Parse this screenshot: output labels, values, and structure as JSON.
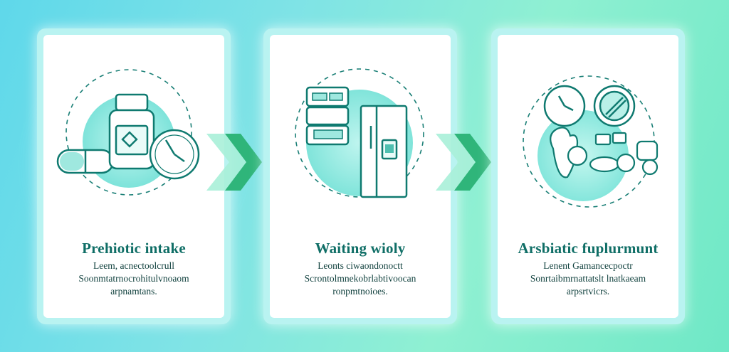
{
  "steps": [
    {
      "title": "Prehiotic intake",
      "desc_lines": [
        "Leem, acnectoolcrull",
        "Soonmtatrnocrohitulvnoaom",
        "arpnamtans."
      ],
      "icons": [
        "pill-icon",
        "medicine-bottle-icon",
        "clock-icon"
      ]
    },
    {
      "title": "Waiting wioly",
      "desc_lines": [
        "Leonts ciwaondonoctt",
        "Scrontolmnekobrlabtivoocan",
        "ronpmtnoioes."
      ],
      "icons": [
        "food-container-icon",
        "refrigerator-icon"
      ]
    },
    {
      "title": "Arsbiatic fuplurmunt",
      "desc_lines": [
        "Lenent Gamancecpoctr",
        "Sonrtaibmrnattatslt lnatkaeam",
        "arpsrtvicrs."
      ],
      "icons": [
        "clock-icon",
        "plate-icon",
        "vegetables-icon"
      ]
    }
  ],
  "arrows": [
    "chevron-right-icon",
    "chevron-right-icon"
  ],
  "colors": {
    "accent": "#0f8a7a",
    "title": "#0f6e66",
    "arrow": "#2fb57a",
    "circle_fill": "#7ee6dd"
  }
}
